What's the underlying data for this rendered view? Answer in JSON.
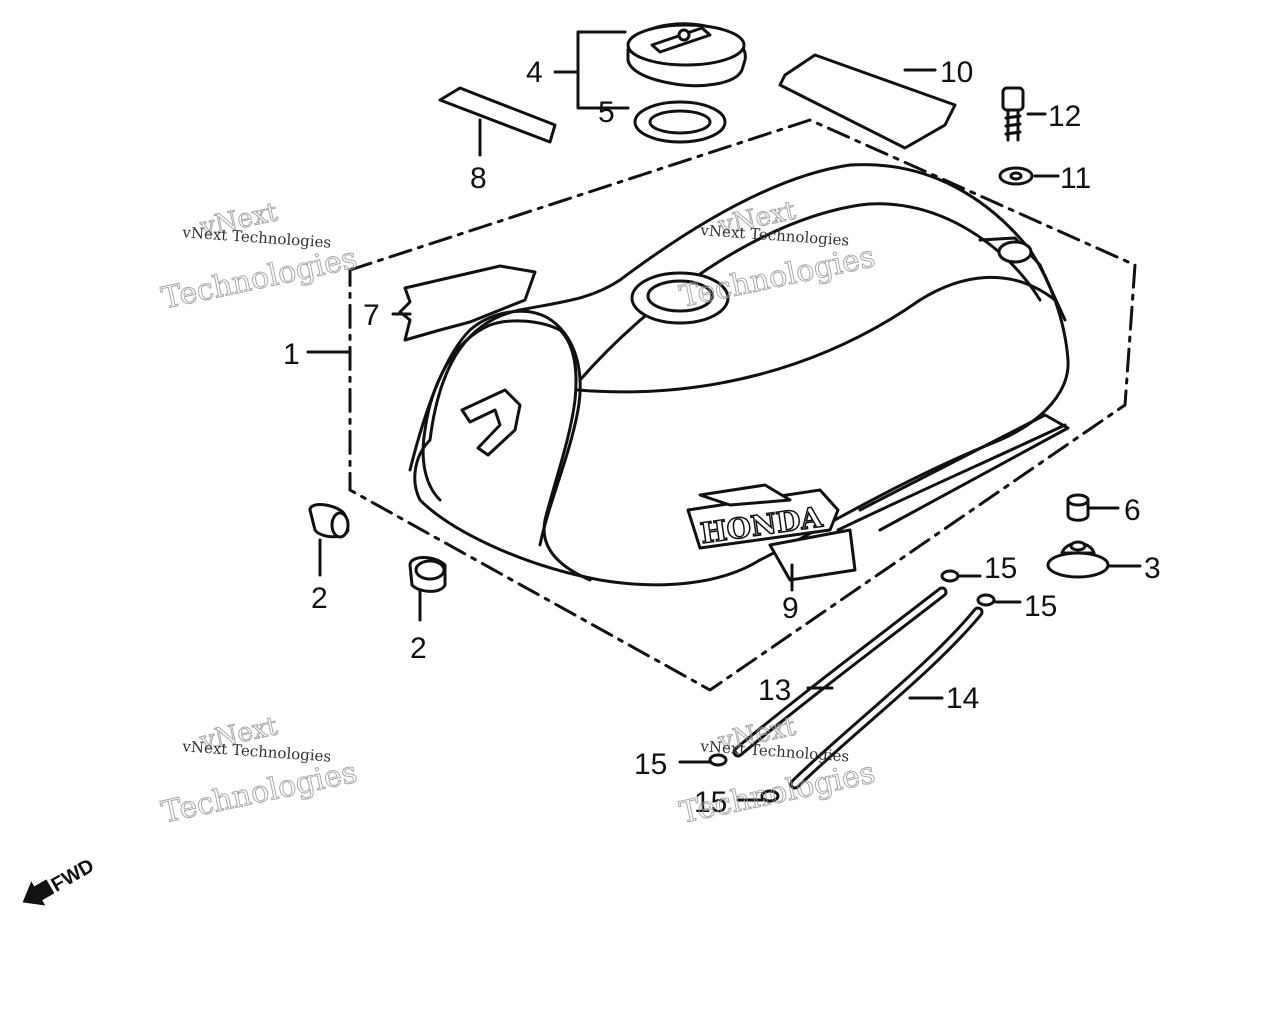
{
  "callouts": [
    {
      "id": "1",
      "text": "1"
    },
    {
      "id": "2a",
      "text": "2"
    },
    {
      "id": "2b",
      "text": "2"
    },
    {
      "id": "3",
      "text": "3"
    },
    {
      "id": "4",
      "text": "4"
    },
    {
      "id": "5",
      "text": "5"
    },
    {
      "id": "6",
      "text": "6"
    },
    {
      "id": "7",
      "text": "7"
    },
    {
      "id": "8",
      "text": "8"
    },
    {
      "id": "9",
      "text": "9"
    },
    {
      "id": "10",
      "text": "10"
    },
    {
      "id": "11",
      "text": "11"
    },
    {
      "id": "12",
      "text": "12"
    },
    {
      "id": "13",
      "text": "13"
    },
    {
      "id": "14",
      "text": "14"
    },
    {
      "id": "15a",
      "text": "15"
    },
    {
      "id": "15b",
      "text": "15"
    },
    {
      "id": "15c",
      "text": "15"
    },
    {
      "id": "15d",
      "text": "15"
    }
  ],
  "emblem_text": "HONDA",
  "direction_marker": "FWD",
  "watermark": {
    "line1": "vNext",
    "line2": "Technologies",
    "small": "vNext Technologies"
  }
}
